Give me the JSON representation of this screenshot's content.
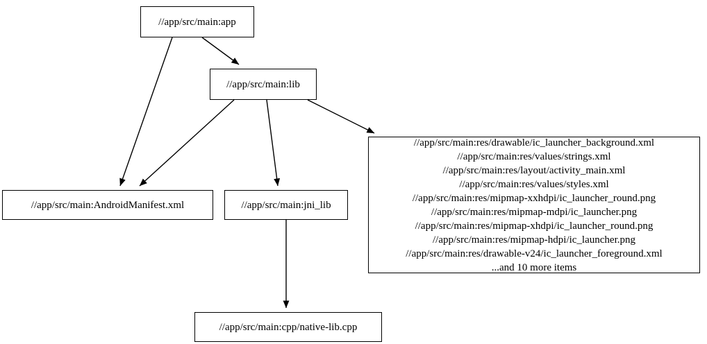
{
  "graph": {
    "type": "directed-dependency-graph",
    "background_color": "#ffffff",
    "line_color": "#000000",
    "text_color": "#000000",
    "nodes": [
      {
        "id": "app",
        "label": "//app/src/main:app"
      },
      {
        "id": "lib",
        "label": "//app/src/main:lib"
      },
      {
        "id": "manifest",
        "label": "//app/src/main:AndroidManifest.xml"
      },
      {
        "id": "jni",
        "label": "//app/src/main:jni_lib"
      },
      {
        "id": "cpp",
        "label": "//app/src/main:cpp/native-lib.cpp"
      }
    ],
    "resource_node": {
      "id": "res",
      "lines": [
        "//app/src/main:res/drawable/ic_launcher_background.xml",
        "//app/src/main:res/values/strings.xml",
        "//app/src/main:res/layout/activity_main.xml",
        "//app/src/main:res/values/styles.xml",
        "//app/src/main:res/mipmap-xxhdpi/ic_launcher_round.png",
        "//app/src/main:res/mipmap-mdpi/ic_launcher.png",
        "//app/src/main:res/mipmap-xhdpi/ic_launcher_round.png",
        "//app/src/main:res/mipmap-hdpi/ic_launcher.png",
        "//app/src/main:res/drawable-v24/ic_launcher_foreground.xml",
        "...and 10 more items"
      ]
    },
    "edges": [
      {
        "from": "app",
        "to": "lib"
      },
      {
        "from": "app",
        "to": "manifest"
      },
      {
        "from": "lib",
        "to": "manifest"
      },
      {
        "from": "lib",
        "to": "jni"
      },
      {
        "from": "lib",
        "to": "res"
      },
      {
        "from": "jni",
        "to": "cpp"
      }
    ]
  }
}
